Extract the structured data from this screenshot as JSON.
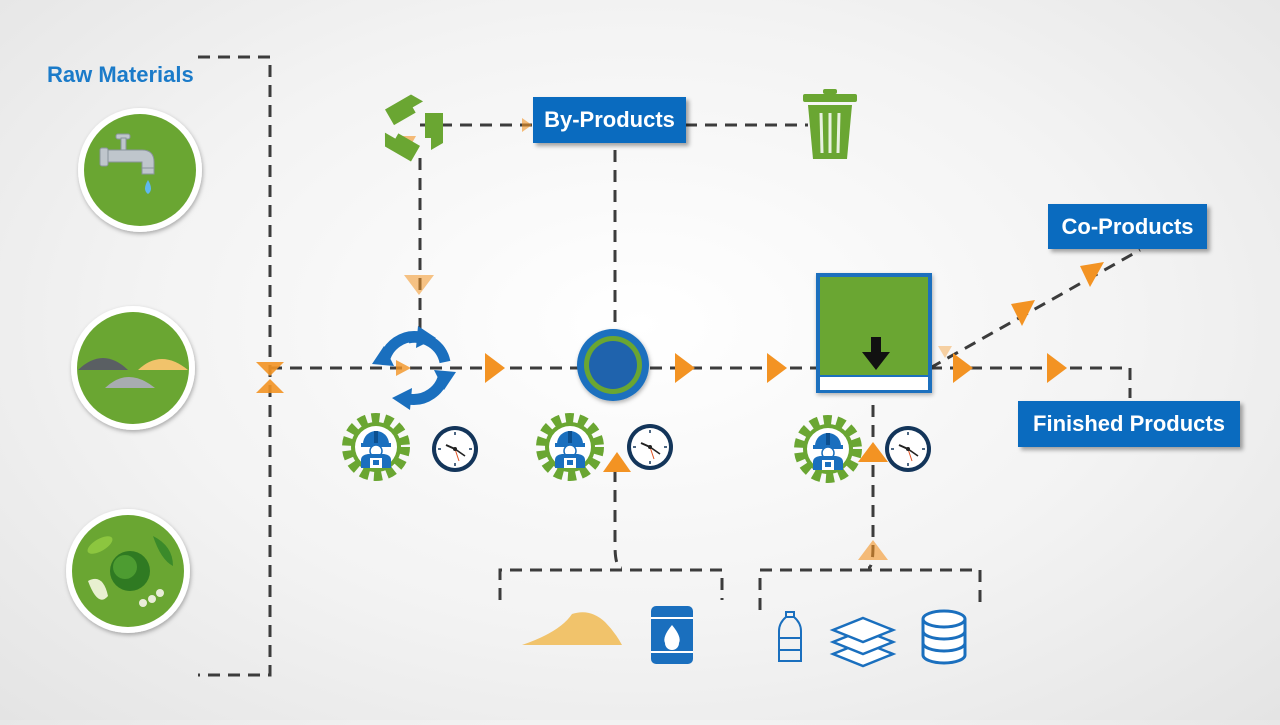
{
  "labels": {
    "raw_materials": "Raw Materials",
    "by_products": "By-Products",
    "co_products": "Co-Products",
    "finished_products": "Finished Products"
  },
  "colors": {
    "green": "#6aa632",
    "blue": "#0a6bbf",
    "orange": "#f39323",
    "dash": "#3c3c3c"
  },
  "icons": [
    "water-tap-icon",
    "gravel-piles-icon",
    "vegetables-icon",
    "recycle-icon",
    "trash-bin-icon",
    "cycle-arrows-icon",
    "process-node-icon",
    "storage-box-icon",
    "worker-gear-icon",
    "clock-icon",
    "sand-pile-icon",
    "oil-barrel-icon",
    "water-bottle-icon",
    "layers-icon",
    "database-icon"
  ]
}
